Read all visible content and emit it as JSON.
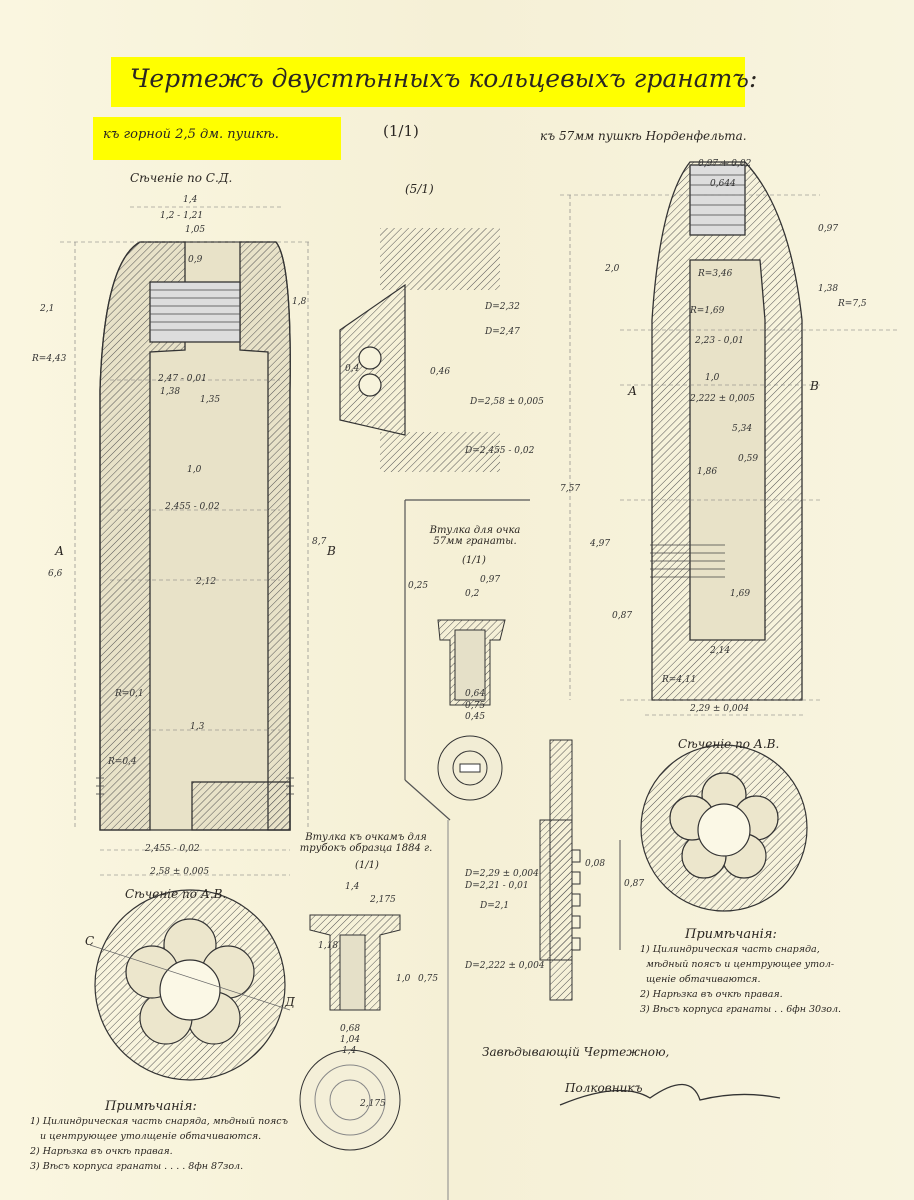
{
  "title": "Чертежъ двустѣнныхъ кольцевыхъ гранатъ:",
  "left_subtitle": "къ горной 2,5 дм. пушкѣ.",
  "right_subtitle": "къ 57мм пушкѣ Норденфельта.",
  "scale_main": "(1/1)",
  "scale_detail": "(5/1)",
  "sections": {
    "left_cd": "Сѣченіе по С.Д.",
    "left_ab": "Сѣченіе по А.В.",
    "right_ab": "Сѣченіе по А.В."
  },
  "bushing_57": {
    "label": "Втулка для очка 57мм гранаты.",
    "scale": "(1/1)"
  },
  "bushing_1884": {
    "label": "Втулка къ очкамъ для трубокъ образца 1884 г.",
    "scale": "(1/1)"
  },
  "letters": {
    "a": "А",
    "b": "В",
    "c": "С",
    "d": "Д"
  },
  "dims_left": [
    "1,4",
    "1,2 - 1,21",
    "1,05",
    "0,9",
    "2,47 - 0,01",
    "1,38",
    "1,35",
    "1,0",
    "2,455 - 0,02",
    "2,12",
    "1,3",
    "2,455 - 0,02",
    "2,58 ± 0,005",
    "R=4,43",
    "2,1",
    "6,6",
    "8,7",
    "1,8",
    "R=0,4",
    "R=0,1"
  ],
  "dims_detail": [
    "D=2,32",
    "D=2,47",
    "D=2,58 ± 0,005",
    "D=2,455 - 0,02",
    "0,4",
    "0,46"
  ],
  "dims_right": [
    "0,97 + 0,02",
    "0,644",
    "0,97",
    "2,0",
    "R=3,46",
    "R=1,69",
    "2,23 - 0,01",
    "1,0",
    "2,222 ± 0,005",
    "5,34",
    "1,86",
    "4,97",
    "0,59",
    "1,69",
    "2,14",
    "R=4,11",
    "2,29 ± 0,004",
    "R=7,5",
    "1,38",
    "7,57",
    "0,87"
  ],
  "dims_bushing57": [
    "0,97",
    "0,2",
    "0,64",
    "0,75",
    "0,45",
    "0,25"
  ],
  "dims_bushing1884": [
    "1,4",
    "2,175",
    "1,18",
    "0,68",
    "1,04",
    "1,4",
    "1,0",
    "0,75",
    "2,175"
  ],
  "dims_ring": [
    "D=2,29 ± 0,004",
    "D=2,21 - 0,01",
    "D=2,1",
    "D=2,222 ± 0,004",
    "0,08",
    "0,87"
  ],
  "notes_left": {
    "heading": "Примѣчанія:",
    "items": [
      "1) Цилиндрическая часть снаряда, мѣдный поясъ",
      "и центрующее утолщеніе обтачиваются.",
      "2) Нарѣзка въ очкѣ правая.",
      "3) Вѣсъ корпуса гранаты . . . . 8фн 87зол."
    ]
  },
  "notes_right": {
    "heading": "Примѣчанія:",
    "items": [
      "1) Цилиндрическая часть снаряда,",
      "мѣдный поясъ и центрующее утол-",
      "щеніе обтачиваются.",
      "2) Нарѣзка въ очкѣ правая.",
      "3) Вѣсъ корпуса гранаты . . 6фн 30зол."
    ]
  },
  "signature": {
    "line1": "Завѣдывающій Чертежною,",
    "line2": "Полковникъ"
  },
  "colors": {
    "highlight": "#ffff00",
    "paper": "#f7f3dc",
    "ink": "#2a2622"
  }
}
